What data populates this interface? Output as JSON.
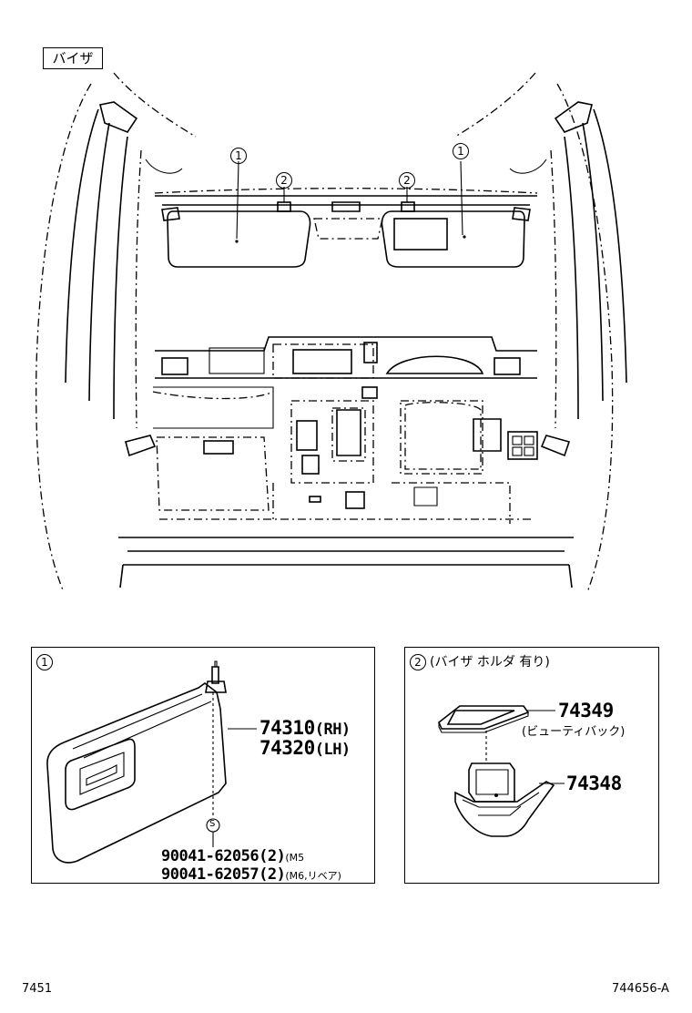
{
  "section_title": "バイザ",
  "callouts": {
    "visor": "1",
    "holder": "2"
  },
  "panel1": {
    "ref": "1",
    "part_rh": "74310",
    "part_rh_suffix": "(RH)",
    "part_lh": "74320",
    "part_lh_suffix": "(LH)",
    "screw_mark": "S",
    "screw1_pn": "90041-62056",
    "screw1_qty": "(2)",
    "screw1_note": "(M5",
    "screw2_pn": "90041-62057",
    "screw2_qty": "(2)",
    "screw2_note": "(M6,リベア)"
  },
  "panel2": {
    "ref": "2",
    "title": "(バイザ ホルダ 有り)",
    "part_a": "74349",
    "part_a_note": "(ビューティバック)",
    "part_b": "74348"
  },
  "footer": {
    "left": "7451",
    "right": "744656-A"
  }
}
